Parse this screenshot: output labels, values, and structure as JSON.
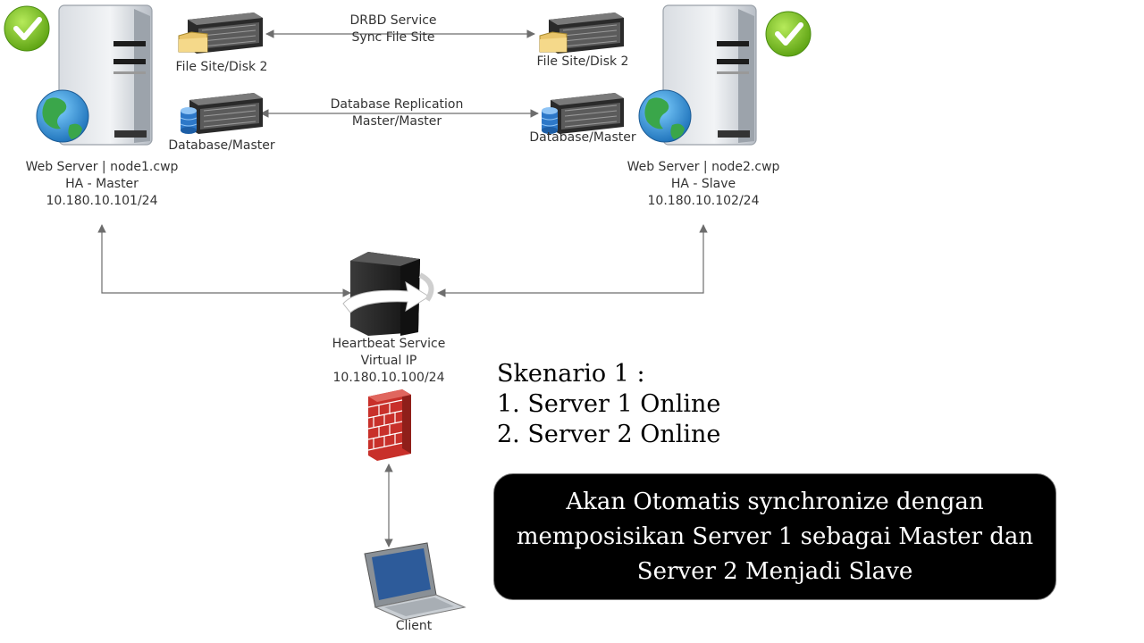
{
  "diagram": {
    "drbd": {
      "line1": "DRBD Service",
      "line2": "Sync File Site"
    },
    "replication": {
      "line1": "Database Replication",
      "line2": "Master/Master"
    },
    "node1": {
      "file_label": "File Site/Disk 2",
      "db_label": "Database/Master",
      "line1": "Web Server | node1.cwp",
      "line2": "HA - Master",
      "line3": "10.180.10.101/24"
    },
    "node2": {
      "file_label": "File Site/Disk 2",
      "db_label": "Database/Master",
      "line1": "Web Server | node2.cwp",
      "line2": "HA - Slave",
      "line3": "10.180.10.102/24"
    },
    "heartbeat": {
      "line1": "Heartbeat Service",
      "line2": "Virtual IP",
      "line3": "10.180.10.100/24"
    },
    "client_label": "Client"
  },
  "scenario": {
    "title": "Skenario 1 :",
    "item1": "1. Server 1 Online",
    "item2": "2. Server 2 Online"
  },
  "note": {
    "line1": "Akan Otomatis synchronize  dengan",
    "line2": "memposisikan  Server 1 sebagai Master dan",
    "line3": "Server 2 Menjadi Slave"
  },
  "colors": {
    "connector": "#6d6d6d",
    "check": "#7cc820",
    "note_bg": "#000000",
    "brick": "#c8302a",
    "globe_ocean": "#2a8fd8",
    "globe_land": "#3aa64a"
  }
}
